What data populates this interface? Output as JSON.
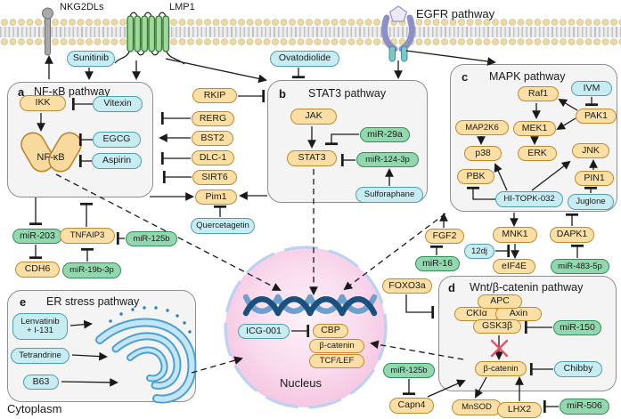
{
  "membrane": {
    "nkg2dls_label": "NKG2DLs",
    "lmp1_label": "LMP1",
    "egfr_label": "EGFR pathway"
  },
  "labels": {
    "cytoplasm": "Cytoplasm",
    "nucleus": "Nucleus"
  },
  "panels": {
    "a": {
      "letter": "a",
      "title": "NF-κB pathway"
    },
    "b": {
      "letter": "b",
      "title": "STAT3 pathway"
    },
    "c": {
      "letter": "c",
      "title": "MAPK pathway"
    },
    "d": {
      "letter": "d",
      "title": "Wnt/β-catenin pathway"
    },
    "e": {
      "letter": "e",
      "title": "ER stress pathway"
    }
  },
  "nodes": {
    "sunitinib": "Sunitinib",
    "ovatodiolide": "Ovatodiolide",
    "ikk": "IKK",
    "vitexin": "Vitexin",
    "nfkb": "NF-κB",
    "egcg": "EGCG",
    "aspirin": "Aspirin",
    "rkip": "RKIP",
    "rerg": "RERG",
    "bst2": "BST2",
    "dlc1": "DLC-1",
    "sirt6": "SIRT6",
    "pim1": "Pim1",
    "quercetagetin": "Quercetagetin",
    "jak": "JAK",
    "mir29a": "miR-29a",
    "stat3": "STAT3",
    "mir124": "miR-124-3p",
    "sulforaphane": "Sulforaphane",
    "raf1": "Raf1",
    "ivm": "IVM",
    "pak1": "PAK1",
    "map2k6": "MAP2K6",
    "mek1": "MEK1",
    "p38": "p38",
    "erk": "ERK",
    "jnk": "JNK",
    "pbk": "PBK",
    "pin1": "PIN1",
    "hitopk": "HI-TOPK-032",
    "juglone": "Juglone",
    "mnk1": "MNK1",
    "dj12": "12dj",
    "eif4e": "eIF4E",
    "dapk1": "DAPK1",
    "mir483": "miR-483-5p",
    "fgf2": "FGF2",
    "mir16": "miR-16",
    "foxo3a": "FOXO3a",
    "mir203": "miR-203",
    "cdh6": "CDH6",
    "tnfaip3": "TNFAIP3",
    "mir125b_top": "miR-125b",
    "mir19b": "miR-19b-3p",
    "apc": "APC",
    "ckia": "CKIα",
    "axin": "Axin",
    "gsk3b": "GSK3β",
    "mir150": "miR-150",
    "bcatenin_d": "β-catenin",
    "chibby": "Chibby",
    "mnsod": "MnSOD",
    "lhx2": "LHX2",
    "mir506": "miR-506",
    "capn4": "Capn4",
    "mir125b_bottom": "miR-125b",
    "icg001": "ICG-001",
    "cbp": "CBP",
    "bcatenin_n": "β-catenin",
    "tcflef": "TCF/LEF",
    "lenvatinib_l1": "Lenvatinib",
    "lenvatinib_l2": "+ I-131",
    "tetrandrine": "Tetrandrine",
    "b63": "B63"
  },
  "colors": {
    "protein_fill": "#FBDFA5",
    "protein_border": "#C08A2E",
    "drug_fill": "#C7EDF3",
    "drug_border": "#4FA0AE",
    "mirna_fill": "#93D7AF",
    "mirna_border": "#2F8F5B",
    "panel_fill": "#F4F4F4",
    "nucleus_fill": "#FADCEE",
    "blocked_x": "#E25566"
  },
  "edges": [
    {
      "from": "Sunitinib",
      "to": "NF-κB pathway",
      "effect": "activates"
    },
    {
      "from": "NF-κB pathway",
      "to": "NKG2DLs",
      "effect": "activates"
    },
    {
      "from": "LMP1",
      "to": "NF-κB pathway",
      "effect": "activates"
    },
    {
      "from": "LMP1",
      "to": "STAT3 pathway",
      "effect": "activates"
    },
    {
      "from": "Ovatodiolide",
      "to": "STAT3 pathway",
      "effect": "inhibits"
    },
    {
      "from": "EGFR",
      "to": "STAT3 pathway",
      "effect": "activates"
    },
    {
      "from": "EGFR",
      "to": "MAPK pathway",
      "effect": "activates"
    },
    {
      "from": "Vitexin",
      "to": "IKK",
      "effect": "inhibits"
    },
    {
      "from": "IKK",
      "to": "NF-κB",
      "effect": "activates"
    },
    {
      "from": "EGCG",
      "to": "NF-κB",
      "effect": "inhibits"
    },
    {
      "from": "Aspirin",
      "to": "NF-κB",
      "effect": "inhibits"
    },
    {
      "from": "RKIP",
      "to": "STAT3 pathway",
      "effect": "inhibits"
    },
    {
      "from": "RERG",
      "to": "NF-κB pathway",
      "effect": "inhibits"
    },
    {
      "from": "BST2",
      "to": "NF-κB pathway",
      "effect": "activates"
    },
    {
      "from": "DLC-1",
      "to": "NF-κB pathway",
      "effect": "inhibits"
    },
    {
      "from": "SIRT6",
      "to": "NF-κB pathway",
      "effect": "inhibits"
    },
    {
      "from": "NF-κB pathway",
      "to": "Pim1",
      "effect": "activates"
    },
    {
      "from": "STAT3 pathway",
      "to": "Pim1",
      "effect": "activates"
    },
    {
      "from": "Quercetagetin",
      "to": "Pim1",
      "effect": "inhibits"
    },
    {
      "from": "JAK",
      "to": "STAT3",
      "effect": "activates"
    },
    {
      "from": "miR-29a",
      "to": "STAT3",
      "effect": "inhibits"
    },
    {
      "from": "miR-124-3p",
      "to": "STAT3",
      "effect": "inhibits"
    },
    {
      "from": "Sulforaphane",
      "to": "miR-124-3p",
      "effect": "activates"
    },
    {
      "from": "STAT3",
      "to": "Nucleus",
      "effect": "activates",
      "style": "dashed"
    },
    {
      "from": "NF-κB",
      "to": "Nucleus",
      "effect": "activates",
      "style": "dashed"
    },
    {
      "from": "MAPK pathway",
      "to": "Nucleus",
      "effect": "activates",
      "style": "dashed"
    },
    {
      "from": "β-catenin",
      "to": "Nucleus",
      "effect": "activates",
      "style": "dashed"
    },
    {
      "from": "ER stress pathway",
      "to": "Nucleus",
      "effect": "activates",
      "style": "dashed"
    },
    {
      "from": "IVM",
      "to": "PAK1",
      "effect": "inhibits"
    },
    {
      "from": "PAK1",
      "to": "Raf1",
      "effect": "activates"
    },
    {
      "from": "PAK1",
      "to": "MEK1",
      "effect": "activates"
    },
    {
      "from": "Raf1",
      "to": "MEK1",
      "effect": "activates"
    },
    {
      "from": "MEK1",
      "to": "ERK",
      "effect": "activates"
    },
    {
      "from": "MAP2K6",
      "to": "p38",
      "effect": "activates"
    },
    {
      "from": "HI-TOPK-032",
      "to": "PBK",
      "effect": "inhibits"
    },
    {
      "from": "HI-TOPK-032",
      "to": "p38",
      "effect": "activates"
    },
    {
      "from": "HI-TOPK-032",
      "to": "JNK",
      "effect": "activates"
    },
    {
      "from": "PIN1",
      "to": "JNK",
      "effect": "activates"
    },
    {
      "from": "Juglone",
      "to": "PIN1",
      "effect": "inhibits"
    },
    {
      "from": "MAPK pathway",
      "to": "MNK1",
      "effect": "activates"
    },
    {
      "from": "MNK1",
      "to": "eIF4E",
      "effect": "activates"
    },
    {
      "from": "12dj",
      "to": "MNK1-eIF4E arrow",
      "effect": "inhibits"
    },
    {
      "from": "DAPK1",
      "to": "MAPK pathway",
      "effect": "inhibits"
    },
    {
      "from": "miR-483-5p",
      "to": "DAPK1",
      "effect": "inhibits"
    },
    {
      "from": "FGF2",
      "to": "MAPK pathway",
      "effect": "activates"
    },
    {
      "from": "miR-16",
      "to": "FGF2",
      "effect": "inhibits"
    },
    {
      "from": "FOXO3a",
      "to": "Wnt/β-catenin pathway",
      "effect": "inhibits"
    },
    {
      "from": "NF-κB",
      "to": "miR-203",
      "effect": "inhibits"
    },
    {
      "from": "miR-203",
      "to": "CDH6",
      "effect": "inhibits"
    },
    {
      "from": "TNFAIP3",
      "to": "NF-κB pathway",
      "effect": "inhibits"
    },
    {
      "from": "miR-125b",
      "to": "TNFAIP3",
      "effect": "inhibits"
    },
    {
      "from": "miR-19b-3p",
      "to": "TNFAIP3",
      "effect": "inhibits"
    },
    {
      "from": "miR-150",
      "to": "GSK3β",
      "effect": "inhibits"
    },
    {
      "from": "GSK3β",
      "to": "β-catenin",
      "effect": "activates-blocked"
    },
    {
      "from": "Chibby",
      "to": "β-catenin",
      "effect": "inhibits"
    },
    {
      "from": "β-catenin",
      "to": "MnSOD",
      "effect": "activates"
    },
    {
      "from": "LHX2",
      "to": "β-catenin",
      "effect": "activates"
    },
    {
      "from": "miR-506",
      "to": "LHX2",
      "effect": "inhibits"
    },
    {
      "from": "Capn4",
      "to": "β-catenin",
      "effect": "activates"
    },
    {
      "from": "miR-125b",
      "to": "Capn4",
      "effect": "inhibits"
    },
    {
      "from": "ICG-001",
      "to": "CBP",
      "effect": "inhibits"
    },
    {
      "from": "Lenvatinib + I-131",
      "to": "ER",
      "effect": "activates"
    },
    {
      "from": "Tetrandrine",
      "to": "ER",
      "effect": "activates"
    },
    {
      "from": "B63",
      "to": "ER",
      "effect": "activates"
    }
  ]
}
